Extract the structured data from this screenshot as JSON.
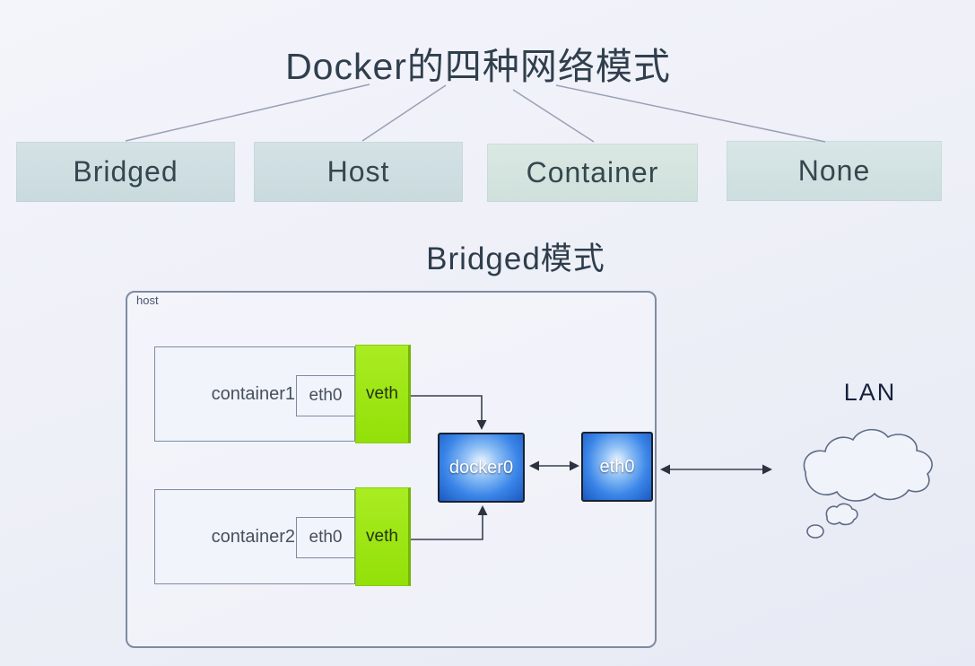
{
  "title": "Docker的四种网络模式",
  "modes": [
    {
      "label": "Bridged"
    },
    {
      "label": "Host"
    },
    {
      "label": "Container"
    },
    {
      "label": "None"
    }
  ],
  "section_title": "Bridged模式",
  "diagram": {
    "host_label": "host",
    "container1": {
      "name": "container1",
      "eth": "eth0",
      "veth": "veth"
    },
    "container2": {
      "name": "container2",
      "eth": "eth0",
      "veth": "veth"
    },
    "bridge_label": "docker0",
    "host_eth_label": "eth0",
    "lan_label": "LAN"
  },
  "colors": {
    "background": "#edeff7",
    "mode_box_bg": "#cfdfe2",
    "veth_green": "#9ce414",
    "node_blue": "#2e7de6",
    "node_border": "#182030",
    "line_gray": "#39404e",
    "box_border": "#7e8ba1"
  }
}
